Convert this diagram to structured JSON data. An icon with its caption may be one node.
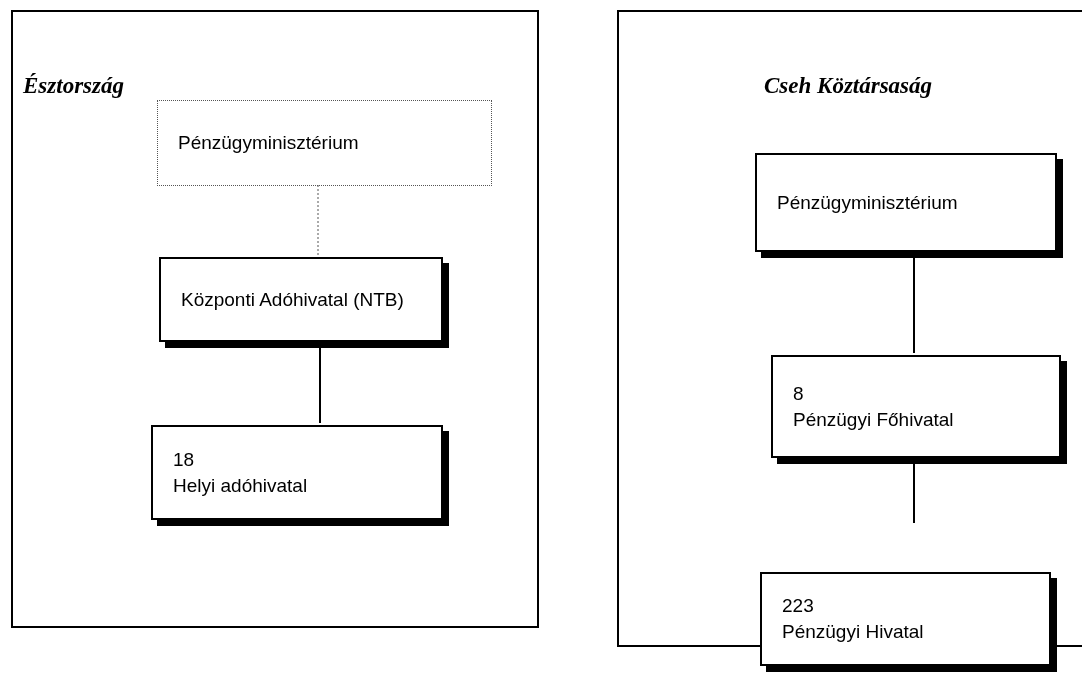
{
  "diagram": {
    "nodes": [
      {
        "text": [
          "Észtország"
        ]
      },
      {
        "text": [
          "Pénzügyminisztérium"
        ],
        "in": 0
      },
      {
        "text": [
          "Központi Adóhivatal (NTB)"
        ],
        "in": 0
      },
      {
        "text": [
          "18",
          "Helyi adóhivatal"
        ],
        "in": 0
      },
      {
        "text": [
          "Cseh Köztársaság"
        ]
      },
      {
        "text": [
          "Pénzügyminisztérium"
        ],
        "in": 4
      },
      {
        "text": [
          "8",
          "Pénzügyi Főhivatal"
        ],
        "in": 4
      },
      {
        "text": [
          "223",
          "Pénzügyi Hivatal"
        ]
      }
    ],
    "edges": [
      {
        "from": 1,
        "to": 2,
        "arrow": "none",
        "style": "dashed"
      },
      {
        "from": 2,
        "to": 3,
        "arrow": "none"
      },
      {
        "from": 5,
        "to": 6,
        "arrow": "none"
      },
      {
        "from": 6,
        "to": null,
        "arrow": "none"
      }
    ]
  }
}
